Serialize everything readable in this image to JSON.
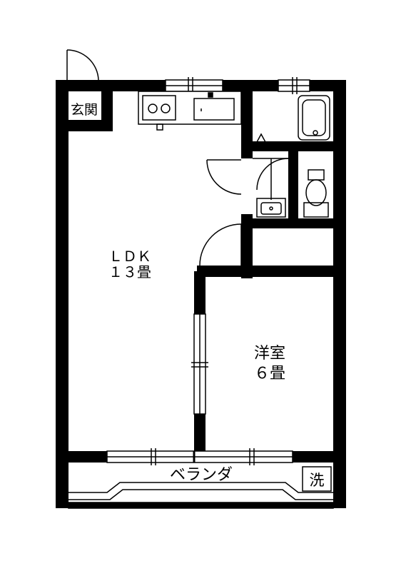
{
  "rooms": {
    "entrance": "玄関",
    "ldk": {
      "name": "ＬＤＫ",
      "size": "１３畳"
    },
    "western": {
      "name": "洋室",
      "size": "６畳"
    },
    "balcony": "ベランダ",
    "washer": "洗"
  }
}
